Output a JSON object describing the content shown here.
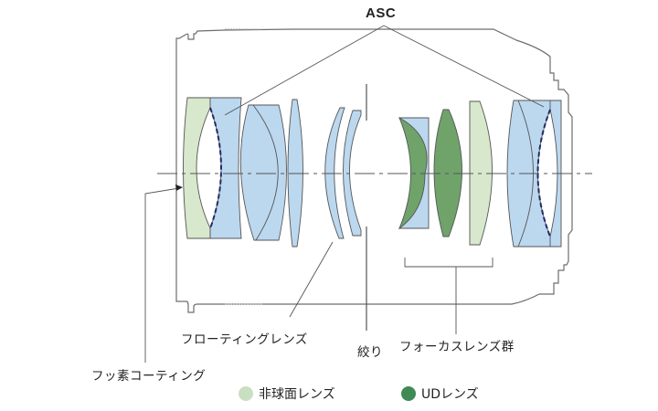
{
  "title": "Lens construction diagram",
  "labels": {
    "asc": "ASC",
    "floating_lens": "フローティングレンズ",
    "aperture": "絞り",
    "focus_group": "フォーカスレンズ群",
    "fluorine_coating": "フッ素コーティング"
  },
  "legend": [
    {
      "label": "非球面レンズ",
      "color": "#c9dfc1",
      "icon": "light-green-dot-icon"
    },
    {
      "label": "UDレンズ",
      "color": "#3f8a55",
      "icon": "dark-green-dot-icon"
    }
  ],
  "colors": {
    "standard_lens": "#bcd8ef",
    "aspherical_lens": "#d7e8cd",
    "ud_lens": "#6fa36a",
    "asc_coating": "#1f2a6b",
    "barrel": "#6d6d6d"
  }
}
